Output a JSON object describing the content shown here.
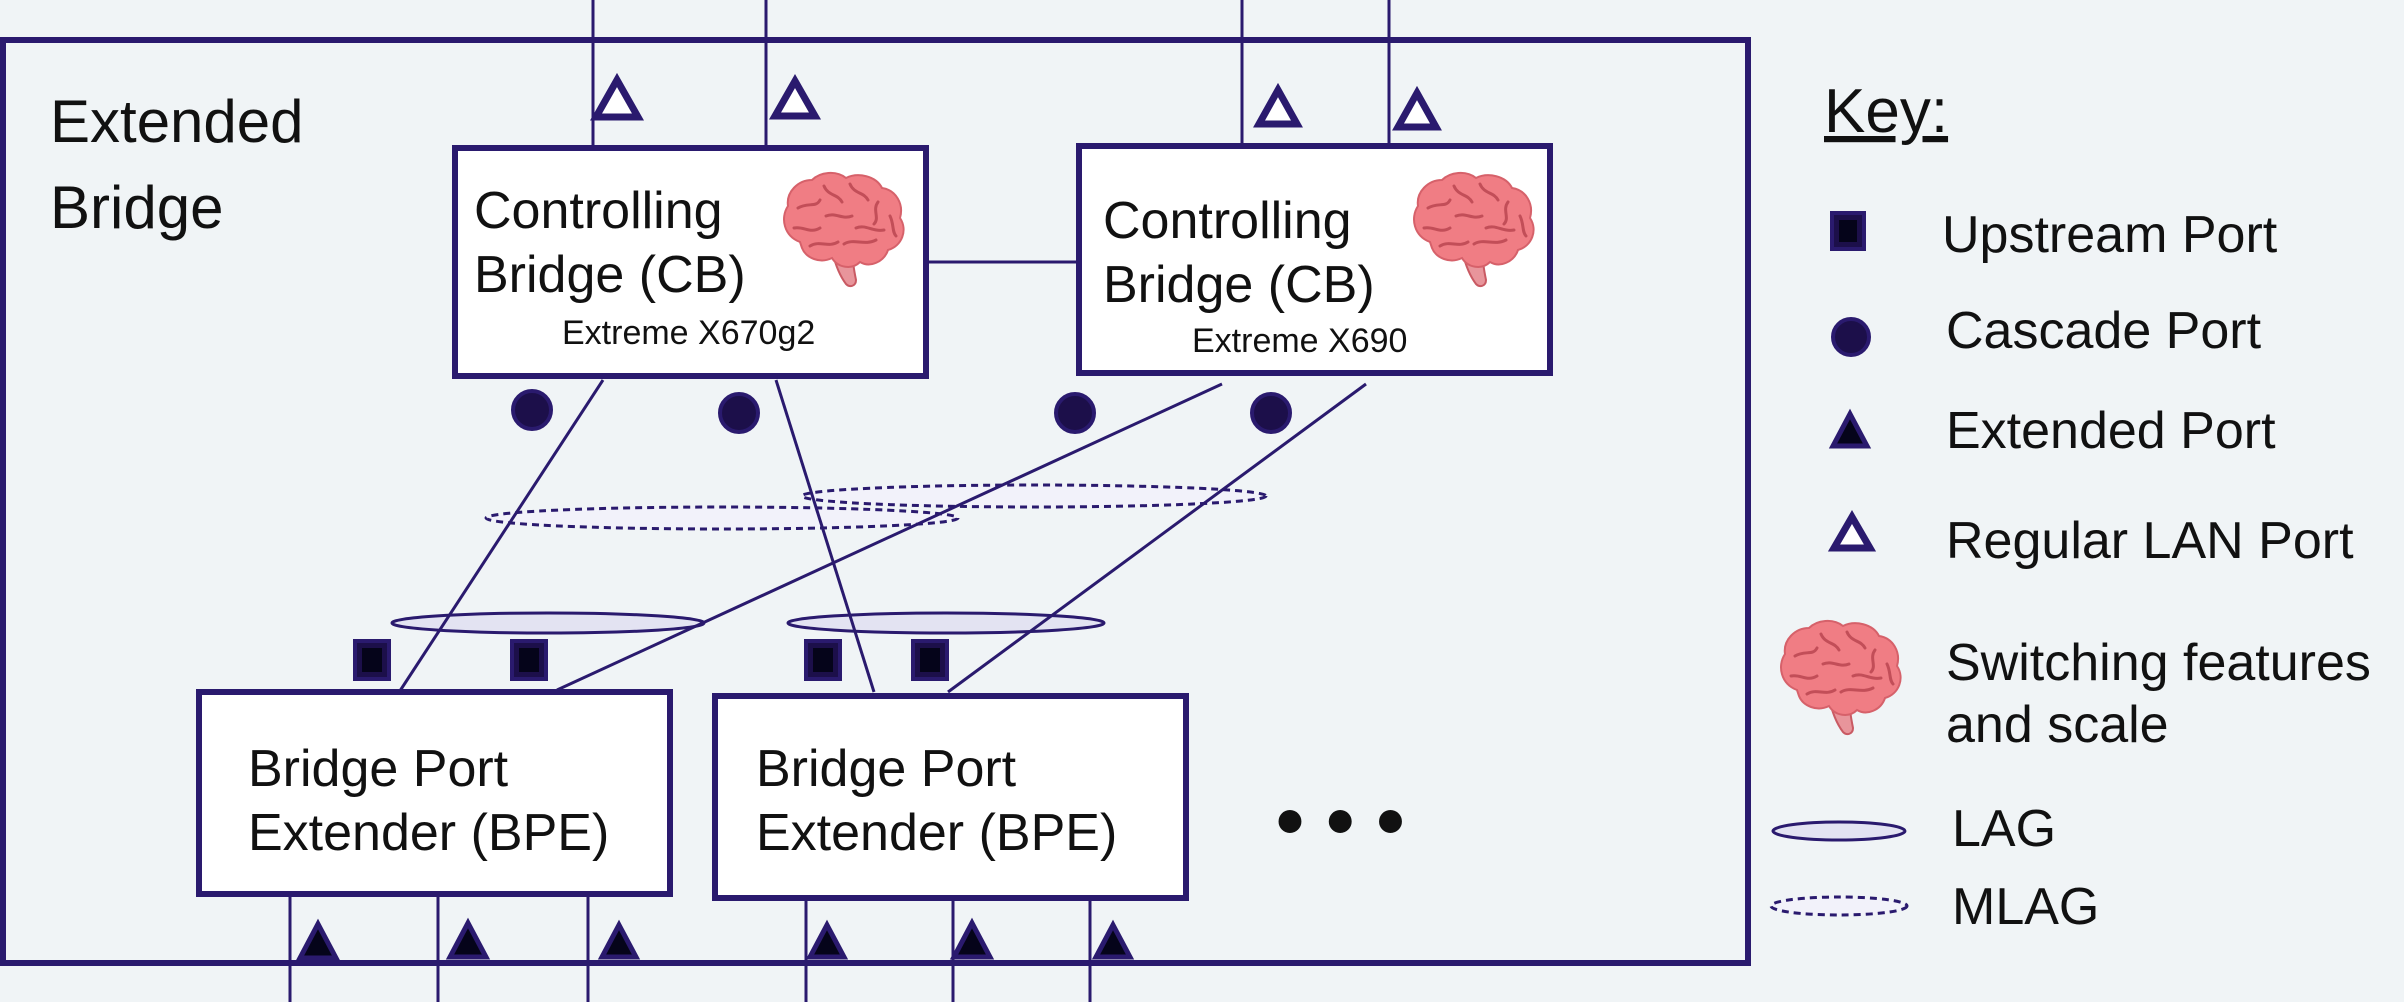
{
  "diagram": {
    "region_label": [
      "Extended",
      "Bridge"
    ],
    "controlling_bridges": [
      {
        "title": [
          "Controlling",
          "Bridge (CB)"
        ],
        "model": "Extreme X670g2"
      },
      {
        "title": [
          "Controlling",
          "Bridge (CB)"
        ],
        "model": "Extreme X690"
      }
    ],
    "port_extenders": [
      {
        "title": [
          "Bridge Port",
          "Extender (BPE)"
        ]
      },
      {
        "title": [
          "Bridge Port",
          "Extender (BPE)"
        ]
      }
    ],
    "ellipsis": "• • •"
  },
  "key": {
    "title": "Key:",
    "items": [
      {
        "icon": "upstream-port-icon",
        "label": [
          "Upstream Port"
        ]
      },
      {
        "icon": "cascade-port-icon",
        "label": [
          "Cascade Port"
        ]
      },
      {
        "icon": "extended-port-icon",
        "label": [
          "Extended Port"
        ]
      },
      {
        "icon": "regular-lan-port-icon",
        "label": [
          "Regular LAN Port"
        ]
      },
      {
        "icon": "brain-icon",
        "label": [
          "Switching features",
          "and scale"
        ]
      },
      {
        "icon": "lag-icon",
        "label": [
          "LAG"
        ]
      },
      {
        "icon": "mlag-icon",
        "label": [
          "MLAG"
        ]
      }
    ]
  },
  "colors": {
    "stroke": "#2a1a6e",
    "port_fill": "#05041a",
    "background": "#f0f4f6",
    "brain": "#f07d84"
  }
}
